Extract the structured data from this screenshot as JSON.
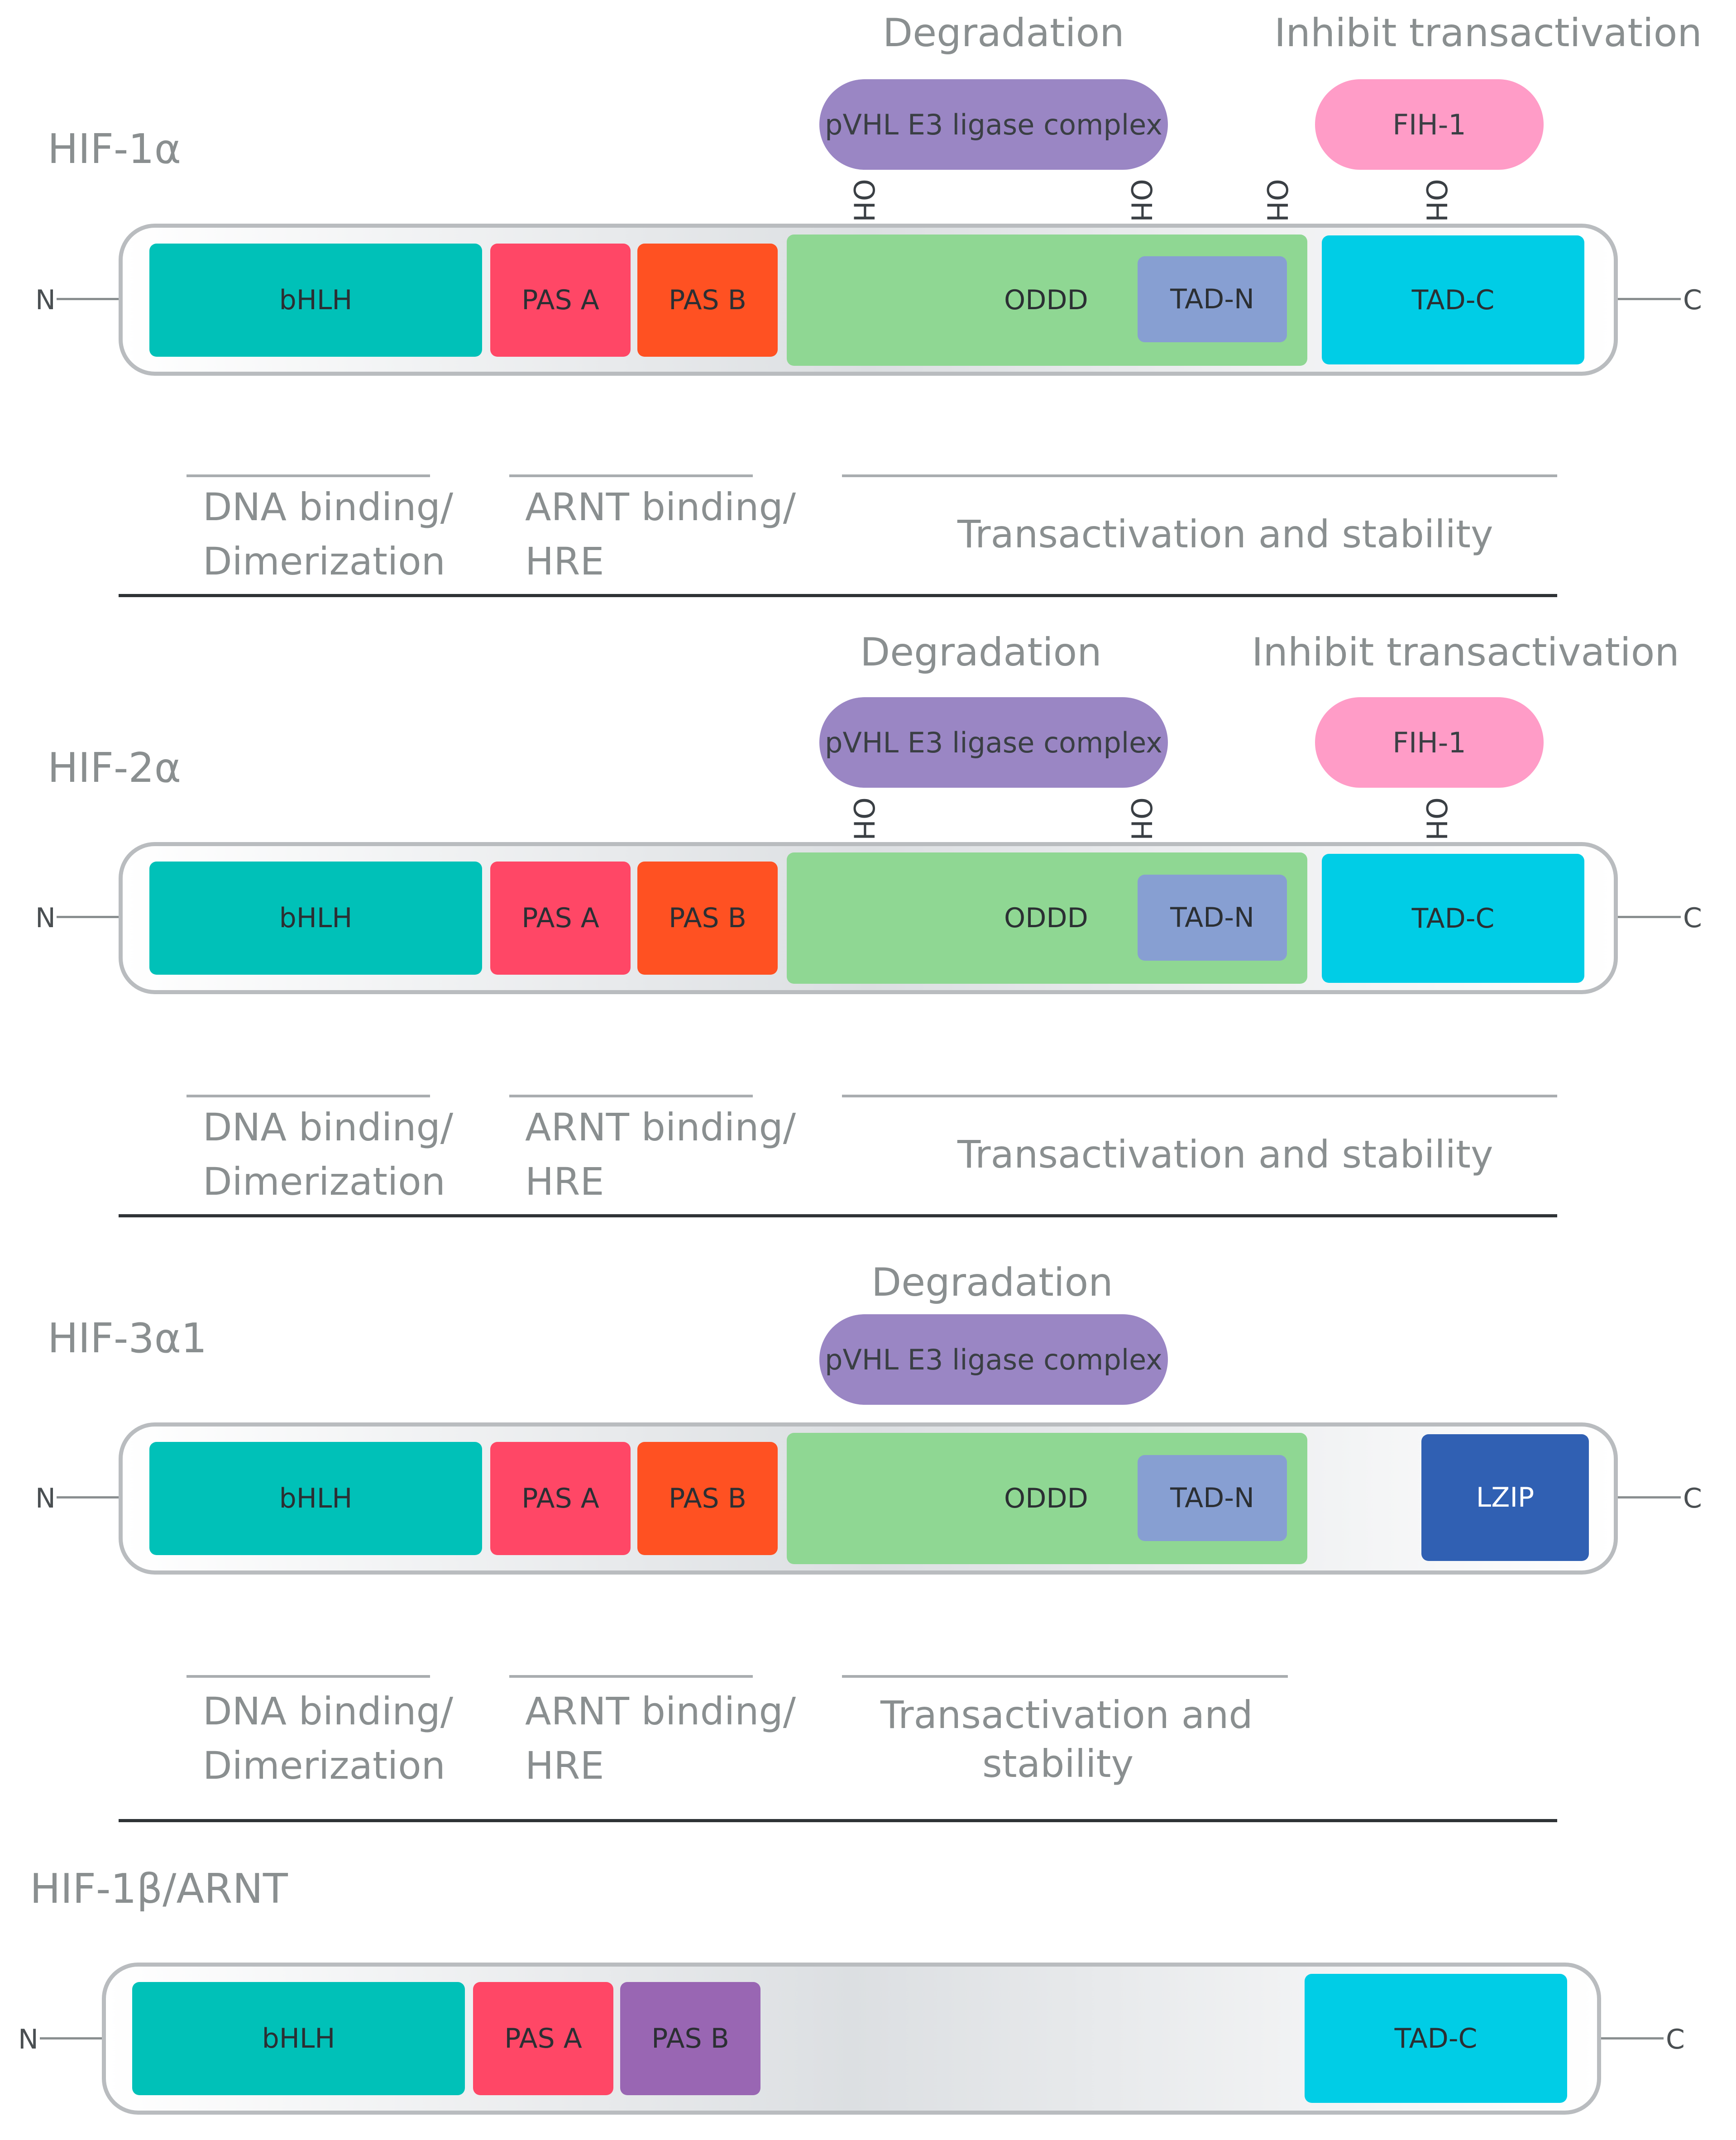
{
  "colors": {
    "bhlh": "#00c1b8",
    "pas_a": "#ff4766",
    "pas_b": "#ff5122",
    "pas_b_arnt": "#9966b3",
    "oddd": "#8fd793",
    "tad_n": "#879fd2",
    "tad_c": "#00cde6",
    "lzip": "#3060b3",
    "pvhl": "#9a86c4",
    "fih": "#ff9cc7",
    "label_gray": "#8a8f90"
  },
  "end_labels": {
    "n": "N",
    "c": "C"
  },
  "hif1a": {
    "title": "HIF-1α",
    "degradation": "Degradation",
    "inhibit": "Inhibit transactivation",
    "pvhl": "pVHL E3 ligase complex",
    "fih": "FIH-1",
    "oh": [
      "OH",
      "OH",
      "OH",
      "OH"
    ],
    "domains": {
      "bhlh": "bHLH",
      "pas_a": "PAS A",
      "pas_b": "PAS B",
      "oddd": "ODDD",
      "tad_n": "TAD-N",
      "tad_c": "TAD-C"
    },
    "func": {
      "dna": [
        "DNA binding/",
        "Dimerization"
      ],
      "arnt": [
        "ARNT binding/",
        "HRE"
      ],
      "trans": "Transactivation and stability"
    }
  },
  "hif2a": {
    "title": "HIF-2α",
    "degradation": "Degradation",
    "inhibit": "Inhibit transactivation",
    "pvhl": "pVHL E3 ligase complex",
    "fih": "FIH-1",
    "oh": [
      "OH",
      "OH",
      "OH"
    ],
    "domains": {
      "bhlh": "bHLH",
      "pas_a": "PAS A",
      "pas_b": "PAS B",
      "oddd": "ODDD",
      "tad_n": "TAD-N",
      "tad_c": "TAD-C"
    },
    "func": {
      "dna": [
        "DNA binding/",
        "Dimerization"
      ],
      "arnt": [
        "ARNT binding/",
        "HRE"
      ],
      "trans": "Transactivation and stability"
    }
  },
  "hif3a1": {
    "title": "HIF-3α1",
    "degradation": "Degradation",
    "pvhl": "pVHL E3 ligase complex",
    "domains": {
      "bhlh": "bHLH",
      "pas_a": "PAS A",
      "pas_b": "PAS B",
      "oddd": "ODDD",
      "tad_n": "TAD-N",
      "lzip": "LZIP"
    },
    "func": {
      "dna": [
        "DNA binding/",
        "Dimerization"
      ],
      "arnt": [
        "ARNT binding/",
        "HRE"
      ],
      "trans": [
        "Transactivation and",
        "stability"
      ]
    }
  },
  "hif1b": {
    "title": "HIF-1β/ARNT",
    "domains": {
      "bhlh": "bHLH",
      "pas_a": "PAS A",
      "pas_b": "PAS B",
      "tad_c": "TAD-C"
    }
  }
}
